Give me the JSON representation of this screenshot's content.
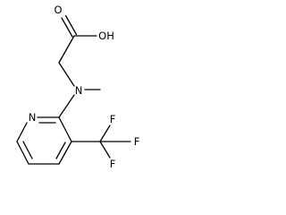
{
  "molecule": {
    "atom_labels": {
      "oxygen_carbonyl": "O",
      "hydroxyl": "OH",
      "amine_nitrogen": "N",
      "pyridine_nitrogen": "N",
      "fluorine_1": "F",
      "fluorine_2": "F",
      "fluorine_3": "F"
    }
  },
  "colors": {
    "ink": "#000000",
    "background": "#ffffff"
  }
}
